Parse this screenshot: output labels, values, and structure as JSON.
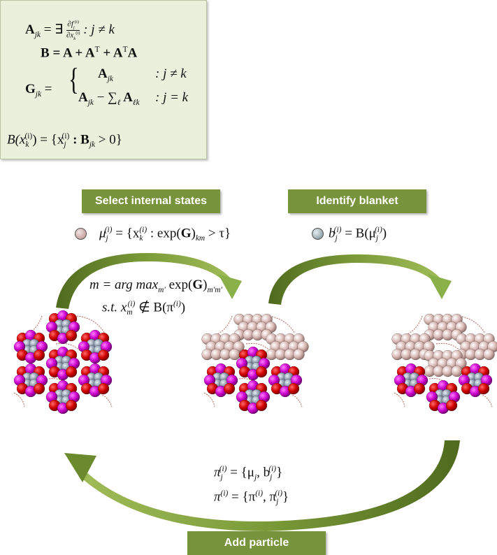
{
  "equations": {
    "a_lhs": "A",
    "a_sub": "jk",
    "a_rhs": "= ∃",
    "a_frac_num": "∂f",
    "a_frac_num_sub": "j",
    "a_frac_num_sup": "(i)",
    "a_frac_den": "∂x",
    "a_frac_den_sub": "k",
    "a_frac_den_sup": "(i)",
    "a_cond": ": j ≠ k",
    "b_line_1": "B",
    "b_line_2": "= A + A",
    "b_line_sup1": "T",
    "b_line_3": " + A",
    "b_line_sup2": "T",
    "b_line_4": "A",
    "g_lhs": "G",
    "g_sub": "jk",
    "g_eq": "=",
    "g_case1_expr": "A",
    "g_case1_sub": "jk",
    "g_case1_cond": ": j ≠ k",
    "g_case2_expr": "A",
    "g_case2_sub": "jk",
    "g_case2_minus": " − ∑",
    "g_case2_sum_sub": "ℓ",
    "g_case2_expr2": " A",
    "g_case2_sub2": "ℓk",
    "g_case2_cond": ": j = k",
    "blanket_def": "B(x",
    "blanket_def_sub": "k",
    "blanket_def_sup": "(i)",
    "blanket_def_mid": ") = {x",
    "blanket_def_sub2": "j",
    "blanket_def_sup2": "(i)",
    "blanket_def_cond": " : B",
    "blanket_def_sub3": "jk",
    "blanket_def_end": " > 0}"
  },
  "banners": {
    "select": "Select internal states",
    "identify": "Identify blanket",
    "add": "Add particle"
  },
  "formulas": {
    "mu": "μ",
    "mu_sub": "j",
    "mu_sup": "(i)",
    "mu_rest_1": " = {x",
    "mu_rest_sub": "k",
    "mu_rest_sup": "(i)",
    "mu_rest_2": " : exp(",
    "mu_rest_bold": "G",
    "mu_rest_3": ")",
    "mu_rest_sub2": "km",
    "mu_rest_4": " > τ}",
    "b": "b",
    "b_sub": "j",
    "b_sup": "(i)",
    "b_rest": " = B(μ",
    "b_rest_sub": "j",
    "b_rest_sup": "(i)",
    "b_rest_end": ")",
    "m_line": "m = arg max",
    "m_sub": "m′",
    "m_line2": " exp(",
    "m_bold": "G",
    "m_line3": ")",
    "m_sub2": "m′m′",
    "st_line": "s.t.  x",
    "st_sub": "m",
    "st_sup": "(i)",
    "st_rest": " ∉ B(π",
    "st_sup2": "(i)",
    "st_end": ")",
    "pi_j": "π",
    "pi_j_sub": "j",
    "pi_j_sup": "(i)",
    "pi_j_rest": " = {μ",
    "pi_j_rest_sub": "j",
    "pi_j_rest_mid": ", b",
    "pi_j_rest_sub2": "j",
    "pi_j_rest_sup2": "(i)",
    "pi_j_rest_end": "}",
    "pi": "π",
    "pi_sup": "(i)",
    "pi_rest": " = {π",
    "pi_rest_sup": "(i)",
    "pi_rest_mid": ", π",
    "pi_rest_sub2": "j",
    "pi_rest_sup2": "(i)",
    "pi_rest_end": "}"
  },
  "colors": {
    "panel_bg": "#eaf0dc",
    "banner": "#77933c",
    "arrow": "#6b8a2e",
    "atom_red": "#d00000",
    "atom_magenta": "#cc00cc",
    "atom_grey": "#8a96a8",
    "atom_pink": "#d8b8b4",
    "link": "#b04030"
  }
}
